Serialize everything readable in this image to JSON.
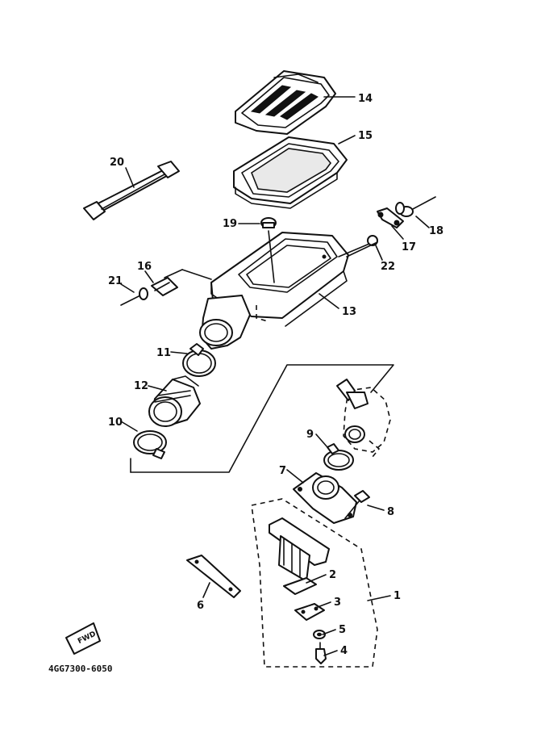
{
  "diagram": {
    "code": "4GG7300-6050",
    "fwd_label": "FWD",
    "callouts": {
      "c1": "1",
      "c2": "2",
      "c3": "3",
      "c4": "4",
      "c5": "5",
      "c6": "6",
      "c7": "7",
      "c8": "8",
      "c9": "9",
      "c10": "10",
      "c11": "11",
      "c12": "12",
      "c13": "13",
      "c14": "14",
      "c15": "15",
      "c16": "16",
      "c17": "17",
      "c18": "18",
      "c19": "19",
      "c20": "20",
      "c21": "21",
      "c22": "22"
    },
    "colors": {
      "ink": "#111111",
      "paper": "#ffffff"
    }
  }
}
